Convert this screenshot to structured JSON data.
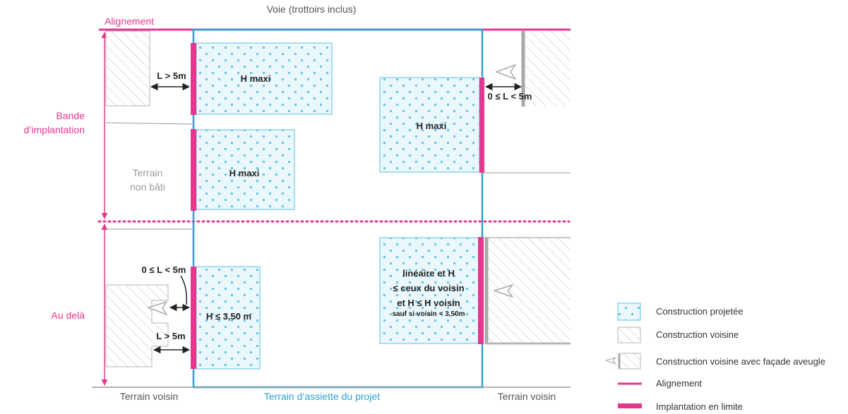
{
  "labels": {
    "top_road": "Voie (trottoirs inclus)",
    "alignement": "Alignement",
    "bande_line1": "Bande",
    "bande_line2": "d’implantation",
    "au_dela": "Au delà",
    "terrain_non_bati_1": "Terrain",
    "terrain_non_bati_2": "non bâti",
    "terrain_voisin_left": "Terrain voisin",
    "terrain_projet": "Terrain d’assiette du projet",
    "terrain_voisin_right": "Terrain voisin"
  },
  "buildings": {
    "b1": "H maxi",
    "b2": "H maxi",
    "b3": "H maxi",
    "b4": "H ≤ 3,50 m",
    "b5_line1": "linéaire et H",
    "b5_line2": "≤ ceux du voisin",
    "b5_line3": "et  H ≤ H voisin",
    "b5_line4": "sauf si voisin < 3,50m"
  },
  "dimensions": {
    "d1": "L > 5m",
    "d2": "0 ≤ L < 5m",
    "d3": "0 ≤ L < 5m",
    "d4": "L > 5m"
  },
  "legend": [
    {
      "label": "Construction projetée",
      "icon": "construction-projetee-swatch"
    },
    {
      "label": "Construction voisine",
      "icon": "construction-voisine-swatch"
    },
    {
      "label": "Construction voisine avec façade aveugle",
      "icon": "facade-aveugle-swatch"
    },
    {
      "label": "Alignement",
      "icon": "alignement-line"
    },
    {
      "label": "Implantation en limite",
      "icon": "implantation-limite-bar"
    }
  ],
  "colors": {
    "pink": "#e4388e",
    "blue": "#2aa3cf",
    "dot": "#5bc0e6",
    "fill": "#eaf7fc",
    "hatch": "#b5b5b5",
    "gray": "#9a9a9a"
  }
}
